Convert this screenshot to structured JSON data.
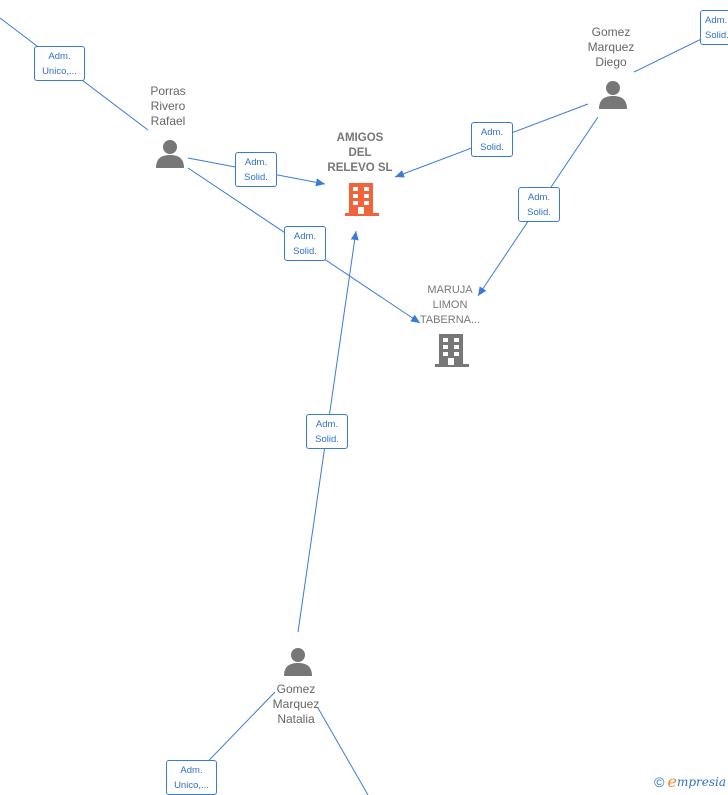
{
  "nodes": {
    "amigos": {
      "label": "AMIGOS\nDEL\nRELEVO  SL",
      "icon": "building-icon",
      "color": "#f4623a"
    },
    "maruja": {
      "label": "MARUJA\nLIMON\nTABERNA...",
      "icon": "building-icon",
      "color": "#777777"
    },
    "porras": {
      "label": "Porras\nRivero\nRafael",
      "icon": "person-icon"
    },
    "gomez_diego": {
      "label": "Gomez\nMarquez\nDiego",
      "icon": "person-icon"
    },
    "gomez_natalia": {
      "label": "Gomez\nMarquez\nNatalia",
      "icon": "person-icon"
    }
  },
  "edge_labels": {
    "top_left": "Adm.\nUnico,...",
    "porras_amigos": "Adm.\nSolid.",
    "porras_maruja": "Adm.\nSolid.",
    "diego_amigos": "Adm.\nSolid.",
    "diego_maruja": "Adm.\nSolid.",
    "natalia_amigos": "Adm.\nSolid.",
    "top_right": "Adm.\nSolid.",
    "bottom_left": "Adm.\nUnico,..."
  },
  "footer": {
    "copyright": "©",
    "brand_initial": "e",
    "brand_rest": "mpresia"
  },
  "colors": {
    "edge": "#3a7bd5",
    "person": "#777777"
  }
}
